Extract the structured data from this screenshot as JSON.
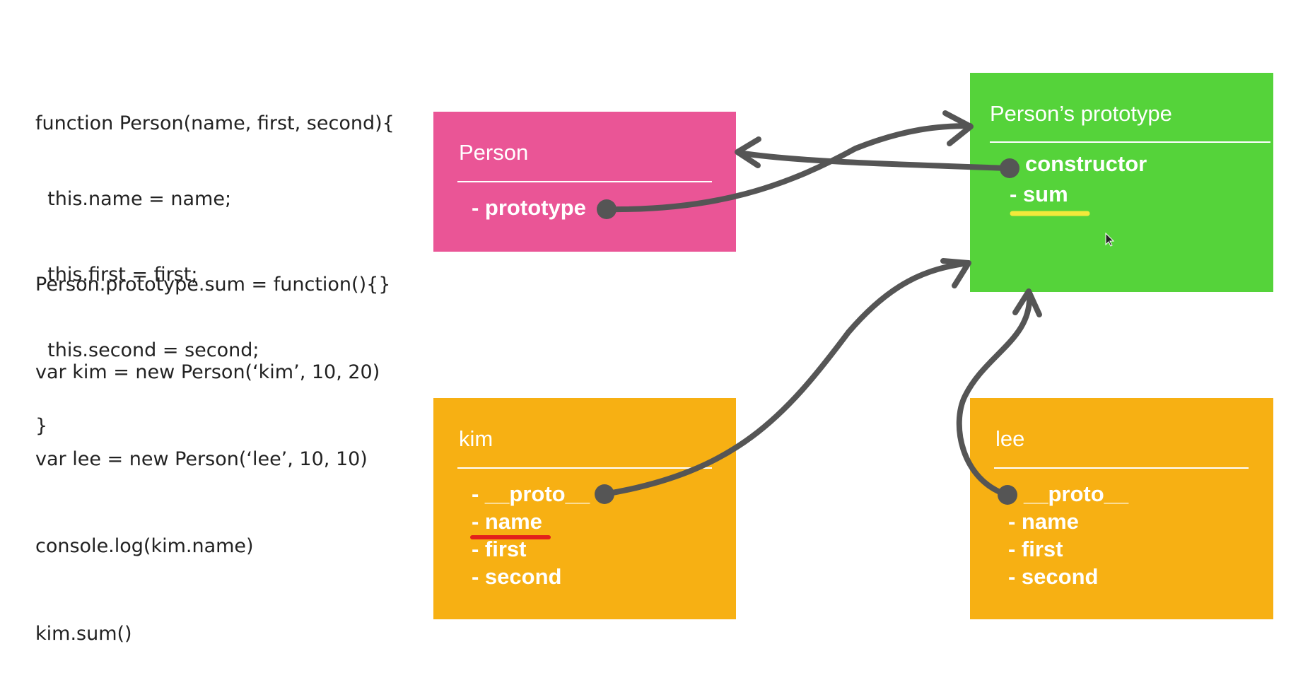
{
  "code": {
    "constructor_lines": [
      "function Person(name, first, second){",
      "  this.name = name;",
      "  this.first = first;",
      "  this.second = second;",
      "}"
    ],
    "prototype_assign": "Person.prototype.sum = function(){}",
    "kim_decl": "var kim = new Person(‘kim’, 10, 20)",
    "lee_decl": "var lee = new Person(‘lee’, 10, 10)",
    "log_call": "console.log(kim.name)",
    "sum_call": "kim.sum()"
  },
  "boxes": {
    "person": {
      "title": "Person",
      "items": [
        "- prototype"
      ],
      "color": "#ea5596"
    },
    "proto": {
      "title": "Person’s prototype",
      "items": [
        "constructor",
        "- sum"
      ],
      "color": "#55d33a"
    },
    "kim": {
      "title": "kim",
      "items": [
        "- __proto__",
        "- name",
        "- first",
        "- second"
      ],
      "color": "#f7b013"
    },
    "lee": {
      "title": "lee",
      "items": [
        "__proto__",
        "- name",
        "- first",
        "- second"
      ],
      "color": "#f7b013"
    }
  },
  "colors": {
    "arrow": "#555555",
    "highlight_yellow": "#f2e93a",
    "highlight_red": "#e3201b"
  }
}
